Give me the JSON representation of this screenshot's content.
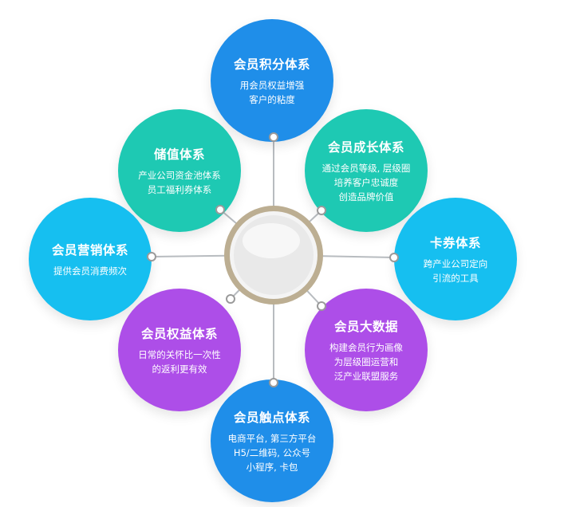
{
  "colors": {
    "blue": "#1f8ee9",
    "teal": "#1ec9b3",
    "cyan": "#16bff0",
    "purple": "#ad4ee8",
    "hub_ring": "#bcae92",
    "hub_inner": "#eeeeee",
    "line": "#b8bcc0"
  },
  "nodes": {
    "points": {
      "title": "会员积分体系",
      "lines": [
        "用会员权益增强",
        "客户的粘度"
      ]
    },
    "stored_value": {
      "title": "储值体系",
      "lines": [
        "产业公司资金池体系",
        "员工福利券体系"
      ]
    },
    "growth": {
      "title": "会员成长体系",
      "lines": [
        "通过会员等级, 层级圈",
        "培养客户忠诚度",
        "创造品牌价值"
      ]
    },
    "marketing": {
      "title": "会员营销体系",
      "lines": [
        "提供会员消费频次"
      ]
    },
    "coupon": {
      "title": "卡券体系",
      "lines": [
        "跨产业公司定向",
        "引流的工具"
      ]
    },
    "rights": {
      "title": "会员权益体系",
      "lines": [
        "日常的关怀比一次性",
        "的返利更有效"
      ]
    },
    "big_data": {
      "title": "会员大数据",
      "lines": [
        "构建会员行为画像",
        "为层级圈运营和",
        "泛产业联盟服务"
      ]
    },
    "touchpoint": {
      "title": "会员触点体系",
      "lines": [
        "电商平台, 第三方平台",
        "H5/二维码, 公众号",
        "小程序, 卡包"
      ]
    }
  }
}
